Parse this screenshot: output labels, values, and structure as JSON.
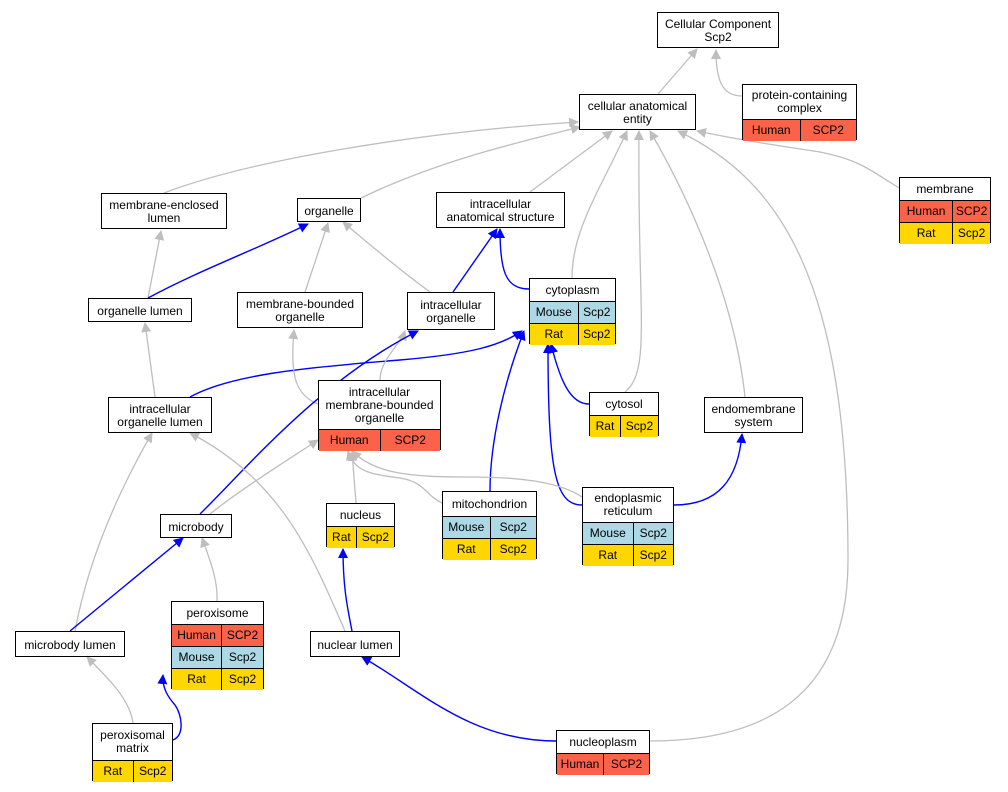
{
  "colors": {
    "human": "#FA6249",
    "mouse": "#ADD8E6",
    "rat": "#FFD700",
    "is_a_edge": "#BEBEBE",
    "part_of_edge": "#0000FF"
  },
  "nodes": [
    {
      "id": "cc",
      "label": "Cellular Component\nScp2",
      "species": []
    },
    {
      "id": "pcc",
      "label": "protein-containing\ncomplex",
      "species": [
        [
          "Human",
          "SCP2"
        ]
      ]
    },
    {
      "id": "cae",
      "label": "cellular anatomical\nentity",
      "species": []
    },
    {
      "id": "membrane",
      "label": "membrane",
      "species": [
        [
          "Human",
          "SCP2"
        ],
        [
          "Rat",
          "Scp2"
        ]
      ]
    },
    {
      "id": "mel",
      "label": "membrane-enclosed\nlumen",
      "species": []
    },
    {
      "id": "organelle",
      "label": "organelle",
      "species": []
    },
    {
      "id": "ias",
      "label": "intracellular\nanatomical structure",
      "species": []
    },
    {
      "id": "ol",
      "label": "organelle lumen",
      "species": []
    },
    {
      "id": "mbo",
      "label": "membrane-bounded\norganelle",
      "species": []
    },
    {
      "id": "io",
      "label": "intracellular\norganelle",
      "species": []
    },
    {
      "id": "cytoplasm",
      "label": "cytoplasm",
      "species": [
        [
          "Mouse",
          "Scp2"
        ],
        [
          "Rat",
          "Scp2"
        ]
      ]
    },
    {
      "id": "iol",
      "label": "intracellular\norganelle lumen",
      "species": []
    },
    {
      "id": "imbo",
      "label": "intracellular\nmembrane-bounded\norganelle",
      "species": [
        [
          "Human",
          "SCP2"
        ]
      ]
    },
    {
      "id": "cytosol",
      "label": "cytosol",
      "species": [
        [
          "Rat",
          "Scp2"
        ]
      ]
    },
    {
      "id": "es",
      "label": "endomembrane\nsystem",
      "species": []
    },
    {
      "id": "microbody",
      "label": "microbody",
      "species": []
    },
    {
      "id": "nucleus",
      "label": "nucleus",
      "species": [
        [
          "Rat",
          "Scp2"
        ]
      ]
    },
    {
      "id": "mito",
      "label": "mitochondrion",
      "species": [
        [
          "Mouse",
          "Scp2"
        ],
        [
          "Rat",
          "Scp2"
        ]
      ]
    },
    {
      "id": "er",
      "label": "endoplasmic\nreticulum",
      "species": [
        [
          "Mouse",
          "Scp2"
        ],
        [
          "Rat",
          "Scp2"
        ]
      ]
    },
    {
      "id": "perox",
      "label": "peroxisome",
      "species": [
        [
          "Human",
          "SCP2"
        ],
        [
          "Mouse",
          "Scp2"
        ],
        [
          "Rat",
          "Scp2"
        ]
      ]
    },
    {
      "id": "mbl",
      "label": "microbody lumen",
      "species": []
    },
    {
      "id": "nl",
      "label": "nuclear lumen",
      "species": []
    },
    {
      "id": "pm",
      "label": "peroxisomal\nmatrix",
      "species": [
        [
          "Rat",
          "Scp2"
        ]
      ]
    },
    {
      "id": "np",
      "label": "nucleoplasm",
      "species": [
        [
          "Human",
          "SCP2"
        ]
      ]
    }
  ],
  "edges": [
    {
      "from": "pcc",
      "to": "cc",
      "type": "is_a"
    },
    {
      "from": "cae",
      "to": "cc",
      "type": "is_a"
    },
    {
      "from": "membrane",
      "to": "cae",
      "type": "is_a"
    },
    {
      "from": "mel",
      "to": "cae",
      "type": "is_a"
    },
    {
      "from": "organelle",
      "to": "cae",
      "type": "is_a"
    },
    {
      "from": "ias",
      "to": "cae",
      "type": "is_a"
    },
    {
      "from": "cytoplasm",
      "to": "cae",
      "type": "is_a"
    },
    {
      "from": "cytosol",
      "to": "cae",
      "type": "is_a"
    },
    {
      "from": "es",
      "to": "cae",
      "type": "is_a"
    },
    {
      "from": "np",
      "to": "cae",
      "type": "is_a"
    },
    {
      "from": "ol",
      "to": "mel",
      "type": "is_a"
    },
    {
      "from": "ol",
      "to": "organelle",
      "type": "part_of"
    },
    {
      "from": "mbo",
      "to": "organelle",
      "type": "is_a"
    },
    {
      "from": "io",
      "to": "organelle",
      "type": "is_a"
    },
    {
      "from": "io",
      "to": "ias",
      "type": "part_of"
    },
    {
      "from": "cytoplasm",
      "to": "ias",
      "type": "part_of"
    },
    {
      "from": "iol",
      "to": "ol",
      "type": "is_a"
    },
    {
      "from": "iol",
      "to": "cytoplasm",
      "type": "part_of"
    },
    {
      "from": "imbo",
      "to": "mbo",
      "type": "is_a"
    },
    {
      "from": "imbo",
      "to": "io",
      "type": "is_a"
    },
    {
      "from": "cytosol",
      "to": "cytoplasm",
      "type": "part_of"
    },
    {
      "from": "mito",
      "to": "cytoplasm",
      "type": "part_of"
    },
    {
      "from": "er",
      "to": "cytoplasm",
      "type": "part_of"
    },
    {
      "from": "er",
      "to": "es",
      "type": "part_of"
    },
    {
      "from": "microbody",
      "to": "imbo",
      "type": "is_a"
    },
    {
      "from": "microbody",
      "to": "io",
      "type": "part_of"
    },
    {
      "from": "nucleus",
      "to": "imbo",
      "type": "is_a"
    },
    {
      "from": "mito",
      "to": "imbo",
      "type": "is_a"
    },
    {
      "from": "er",
      "to": "imbo",
      "type": "is_a"
    },
    {
      "from": "perox",
      "to": "microbody",
      "type": "is_a"
    },
    {
      "from": "mbl",
      "to": "iol",
      "type": "is_a"
    },
    {
      "from": "mbl",
      "to": "microbody",
      "type": "part_of"
    },
    {
      "from": "nl",
      "to": "iol",
      "type": "is_a"
    },
    {
      "from": "nl",
      "to": "nucleus",
      "type": "part_of"
    },
    {
      "from": "pm",
      "to": "mbl",
      "type": "is_a"
    },
    {
      "from": "pm",
      "to": "perox",
      "type": "part_of"
    },
    {
      "from": "np",
      "to": "nl",
      "type": "part_of"
    }
  ]
}
